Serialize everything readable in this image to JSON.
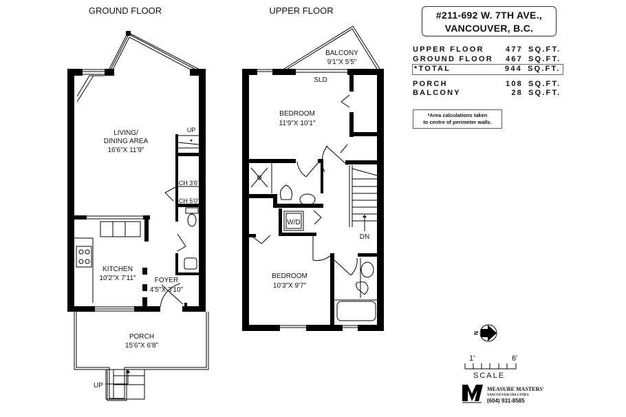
{
  "header": {
    "address_line1": "#211-692 W. 7TH AVE.,",
    "address_line2": "VANCOUVER, B.C."
  },
  "floors": {
    "ground_title": "GROUND FLOOR",
    "upper_title": "UPPER FLOOR"
  },
  "areas": [
    {
      "name": "UPPER FLOOR",
      "value": "477",
      "unit": "SQ.FT."
    },
    {
      "name": "GROUND FLOOR",
      "value": "467",
      "unit": "SQ.FT."
    },
    {
      "name": "*TOTAL",
      "value": "944",
      "unit": "SQ.FT."
    },
    {
      "name": "PORCH",
      "value": "108",
      "unit": "SQ.FT."
    },
    {
      "name": "BALCONY",
      "value": "28",
      "unit": "SQ.FT."
    }
  ],
  "note": {
    "line1": "*Area calculations taken",
    "line2": "to centre of perimeter walls."
  },
  "ground_rooms": {
    "living_name1": "LIVING/",
    "living_name2": "DINING AREA",
    "living_dims": "16'6\"X 11'9\"",
    "up_label": "UP",
    "ch1": "CH 3'6\"",
    "ch2": "CH 5'0\"",
    "kitchen_name": "KITCHEN",
    "kitchen_dims": "10'2\"X 7'11\"",
    "foyer_name": "FOYER",
    "foyer_dims": "4'5\"X 3'10\"",
    "porch_name": "PORCH",
    "porch_dims": "15'6\"X 6'8\"",
    "porch_up": "UP"
  },
  "upper_rooms": {
    "balcony_name": "BALCONY",
    "balcony_dims": "9'1\"X 5'5\"",
    "sld": "SLD",
    "bedroom1_name": "BEDROOM",
    "bedroom1_dims": "11'9\"X 10'1\"",
    "wd": "W/D",
    "dn": "DN",
    "bedroom2_name": "BEDROOM",
    "bedroom2_dims": "10'3\"X 9'7\""
  },
  "compass": {
    "label": "N"
  },
  "scale": {
    "start": "1'",
    "end": "6'",
    "label": "SCALE"
  },
  "logo": {
    "name": "MEASURE MASTERS'",
    "tagline": "VANCOUVER/TRI-CITIES",
    "phone": "(604) 931-8585"
  }
}
